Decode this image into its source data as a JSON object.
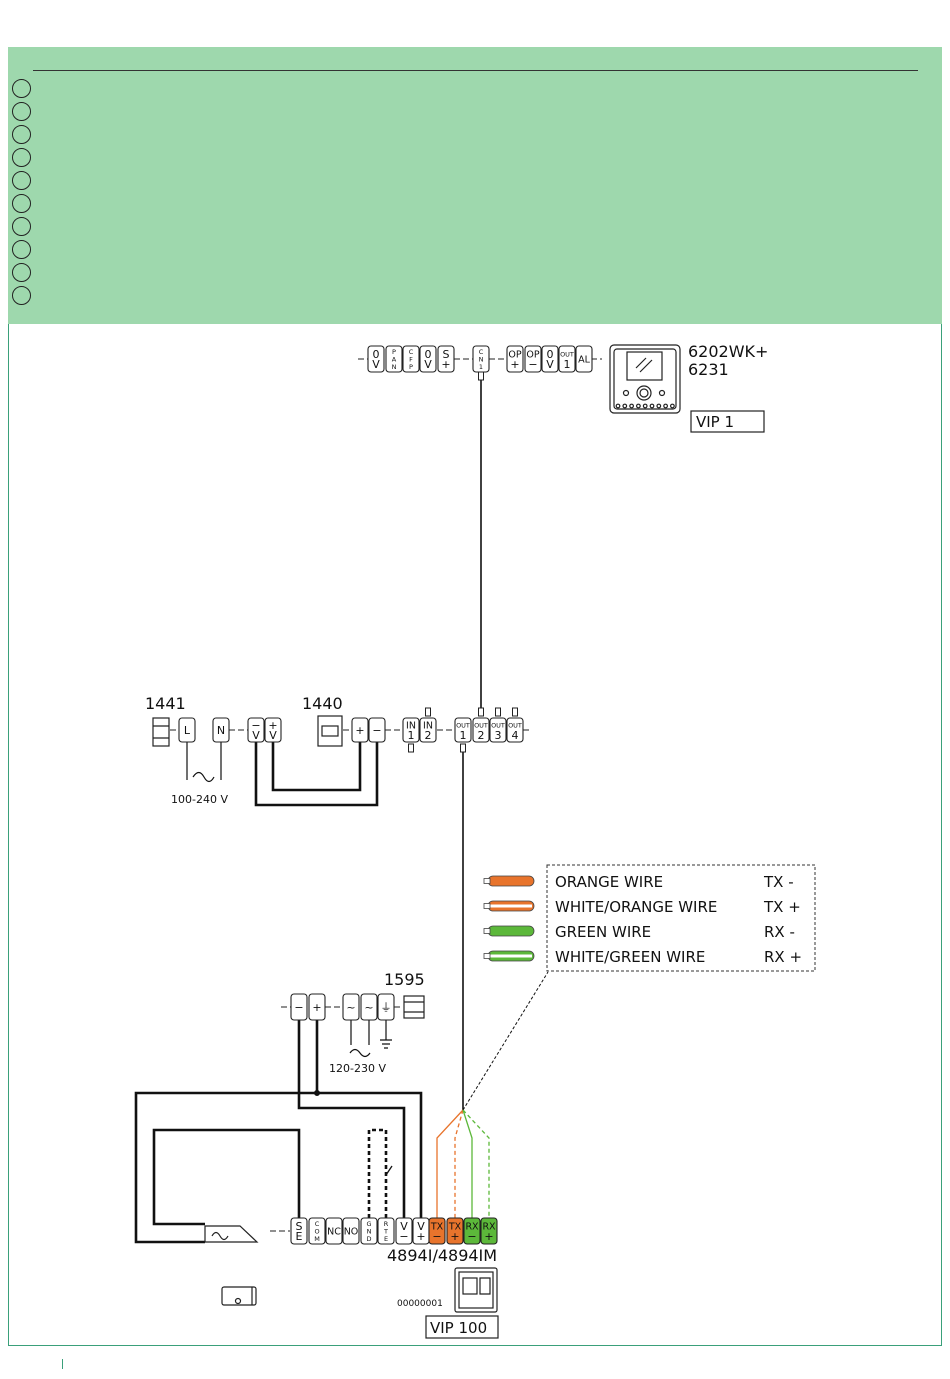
{
  "models": {
    "monitor": "6202WK+",
    "monitor_alt": "6231",
    "psu1": "1441",
    "psu2": "1440",
    "psu3": "1595",
    "entrance": "4894I/4894IM"
  },
  "labels": {
    "vip1": "VIP 1",
    "vip100": "VIP 100",
    "mains1": "100-240 V",
    "mains2": "120-230 V",
    "serial": "00000001"
  },
  "legend": [
    {
      "name": "ORANGE WIRE",
      "signal": "TX -",
      "color": "#e8742c",
      "striped": false
    },
    {
      "name": "WHITE/ORANGE WIRE",
      "signal": "TX +",
      "color": "#e8742c",
      "striped": true
    },
    {
      "name": "GREEN WIRE",
      "signal": "RX -",
      "color": "#5cb83a",
      "striped": false
    },
    {
      "name": "WHITE/GREEN WIRE",
      "signal": "RX +",
      "color": "#5cb83a",
      "striped": true
    }
  ],
  "terminals": {
    "monitor": [
      [
        "0",
        "V"
      ],
      [
        "P",
        "A",
        "N"
      ],
      [
        "C",
        "F",
        "P"
      ],
      [
        "0",
        "V"
      ],
      [
        "S",
        "+"
      ],
      [
        "C",
        "N",
        "1"
      ],
      [
        "OP",
        "+"
      ],
      [
        "OP",
        "−"
      ],
      [
        "0",
        "V"
      ],
      [
        "OUT",
        "1"
      ],
      [
        "AL"
      ]
    ],
    "psu1441": [
      [
        "L"
      ],
      [
        "N"
      ],
      [
        "−",
        "V"
      ],
      [
        "+",
        "V"
      ]
    ],
    "psu1440": [
      [
        "+"
      ],
      [
        "−"
      ]
    ],
    "switch": [
      [
        "IN",
        "1"
      ],
      [
        "IN",
        "2"
      ],
      [
        "OUT",
        "1"
      ],
      [
        "OUT",
        "2"
      ],
      [
        "OUT",
        "3"
      ],
      [
        "OUT",
        "4"
      ]
    ],
    "psu1595": [
      [
        "−"
      ],
      [
        "+"
      ],
      [
        "~"
      ],
      [
        "~"
      ],
      [
        "⏚"
      ]
    ],
    "entrance": [
      [
        "S",
        "E"
      ],
      [
        "C",
        "O",
        "M"
      ],
      [
        "NC"
      ],
      [
        "NO"
      ],
      [
        "G",
        "N",
        "D"
      ],
      [
        "R",
        "T",
        "E"
      ],
      [
        "V",
        "−"
      ],
      [
        "V",
        "+"
      ],
      [
        "TX",
        "−"
      ],
      [
        "TX",
        "+"
      ],
      [
        "RX",
        "−"
      ],
      [
        "RX",
        "+"
      ]
    ]
  },
  "colors": {
    "band": "#9ed8ad",
    "orange": "#e8742c",
    "green": "#5cb83a"
  }
}
